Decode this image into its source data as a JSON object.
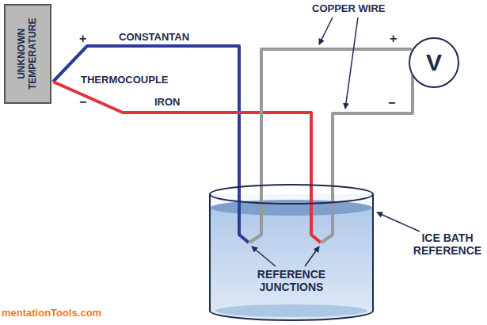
{
  "diagram": {
    "nodes": [
      {
        "text": [
          "UNKNOWN TEMPERATURE"
        ]
      },
      {
        "text": [
          "V"
        ]
      }
    ],
    "labels": [
      "+",
      "CONSTANTAN",
      "THERMOCOUPLE",
      "−",
      "IRON",
      "COPPER WIRE",
      "+",
      "−",
      "REFERENCE JUNCTIONS",
      "ICE BATH REFERENCE",
      "mentationTools.com"
    ]
  }
}
